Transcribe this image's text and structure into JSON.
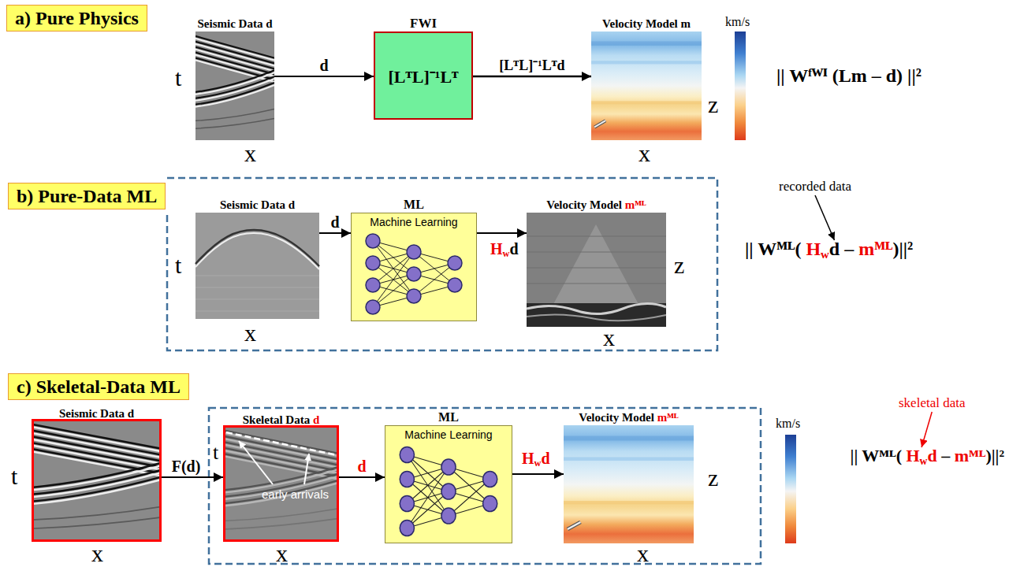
{
  "diagram": {
    "nodes": [
      {
        "text": [
          "a) Pure Physics"
        ]
      },
      {
        "text": [
          "Seismic Data d"
        ]
      },
      {
        "text": [
          "FWI",
          "[LᵀL]⁻¹Lᵀ"
        ]
      },
      {
        "text": [
          "Velocity Model m"
        ]
      },
      {
        "text": [
          "b) Pure-Data ML"
        ]
      },
      {
        "text": [
          "Seismic Data d"
        ]
      },
      {
        "text": [
          "ML",
          "Machine Learning"
        ]
      },
      {
        "text": [
          "Velocity Model",
          "mᴹᴸ"
        ]
      },
      {
        "text": [
          "c) Skeletal-Data ML"
        ]
      },
      {
        "text": [
          "Seismic Data d"
        ]
      },
      {
        "text": [
          "Skeletal Data",
          "d"
        ]
      },
      {
        "text": [
          "ML",
          "Machine Learning"
        ]
      },
      {
        "text": [
          "Velocity Model",
          "mᴹᴸ"
        ]
      }
    ],
    "edges": [
      {
        "from": 1,
        "to": 2,
        "arrow": "to",
        "label": "d"
      },
      {
        "from": 2,
        "to": 3,
        "arrow": "to",
        "label": "[LᵀL]⁻¹Lᵀd"
      },
      {
        "from": 5,
        "to": 6,
        "arrow": "to",
        "label": "d"
      },
      {
        "from": 6,
        "to": 7,
        "arrow": "to"
      },
      {
        "from": 9,
        "to": 10,
        "arrow": "to",
        "label": "F(d)"
      },
      {
        "from": 10,
        "to": 11,
        "arrow": "to",
        "label": "d"
      },
      {
        "from": 11,
        "to": 12,
        "arrow": "to"
      }
    ],
    "labels": [
      "t",
      "x",
      "z",
      "x",
      "km/s",
      "|| Wᶠᵂᴵ (Lm – d) ||²",
      "t",
      "x",
      "H",
      "w",
      "d",
      "z",
      "x",
      "recorded data",
      "|| Wᴹᴸ(",
      "H",
      "w",
      "d",
      "–",
      "mᴹᴸ",
      ")||²",
      "t",
      "x",
      "t",
      "x",
      "early arrivals",
      "H",
      "w",
      "d",
      "z",
      "x",
      "km/s",
      "skeletal data",
      "|| Wᴹᴸ(",
      "H",
      "w",
      "d",
      "–",
      "mᴹᴸ",
      ")||²"
    ]
  }
}
